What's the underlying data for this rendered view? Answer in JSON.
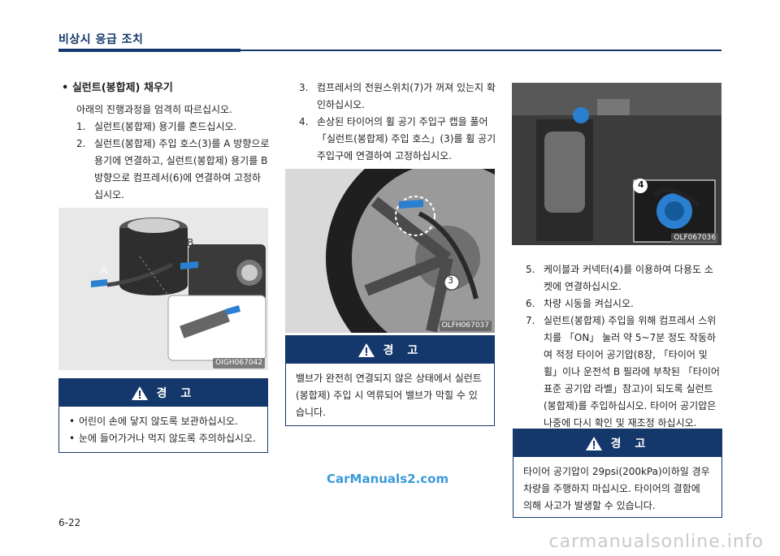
{
  "header": {
    "title": "비상시 응급 조치"
  },
  "left": {
    "heading": "실런트(봉합제) 채우기",
    "intro": "아래의 진행과정을  엄격히 따르십시오.",
    "steps": [
      {
        "n": "1.",
        "text": "실런트(봉합제) 용기를 흔드십시오."
      },
      {
        "n": "2.",
        "text": "실런트(봉합제) 주입 호스(3)를 A 방향으로 용기에 연결하고, 실런트(봉합제) 용기를 B 방향으로 컴프레서(6)에 연결하여 고정하십시오."
      }
    ],
    "image_label": "OIGH067042",
    "image_callouts": {
      "a": "A",
      "b": "B"
    },
    "warning": {
      "title": "경  고",
      "items": [
        "어린이 손에 닿지 않도록 보관하십시오.",
        "눈에 들어가거나 먹지 않도록 주의하십시오."
      ]
    }
  },
  "middle": {
    "steps": [
      {
        "n": "3.",
        "text": "컴프레서의 전원스위치(7)가 꺼져 있는지 확인하십시오."
      },
      {
        "n": "4.",
        "text": "손상된 타이어의 휠 공기 주입구 캡을 풀어 「실런트(봉합제) 주입 호스」(3)를 휠 공기 주입구에 연결하여 고정하십시오."
      }
    ],
    "image_label": "OLFH067037",
    "image_callout": "3",
    "warning": {
      "title": "경  고",
      "text": "밸브가 완전히 연결되지 않은 상태에서 실런트(봉합제) 주입 시 역류되어 밸브가 막힐 수 있습니다."
    }
  },
  "right": {
    "image_label": "OLF067036",
    "image_callout": "4",
    "steps": [
      {
        "n": "5.",
        "text": "케이블과 커넥터(4)를 이용하여 다용도 소켓에 연결하십시오."
      },
      {
        "n": "6.",
        "text": "차량 시동을 켜십시오."
      },
      {
        "n": "7.",
        "text": "실런트(봉합제) 주입을 위해 컴프레서 스위치를 「ON」 눌러 약 5~7분 정도 작동하여 적정 타이어 공기압(8장, 「타이어 및 휠」이나 운전석 B 필라에 부착된 「타이어 표준 공기압 라벨」참고)이 되도록 실런트(봉합제)를 주입하십시오. 타이어 공기압은 나중에 다시 확인 및 재조정 하십시오."
      }
    ],
    "warning": {
      "title": "경  고",
      "text": "타이어 공기압이 29psi(200kPa)이하일 경우 차량을 주행하지 마십시오. 타이어의 결함에 의해 사고가 발생할 수 있습니다."
    }
  },
  "footer": {
    "page": "6-22",
    "watermark": "CarManuals2.com",
    "site": "carmanualsonline.info"
  },
  "colors": {
    "brand_navy": "#14386b",
    "watermark_blue": "#3a9ad9"
  }
}
